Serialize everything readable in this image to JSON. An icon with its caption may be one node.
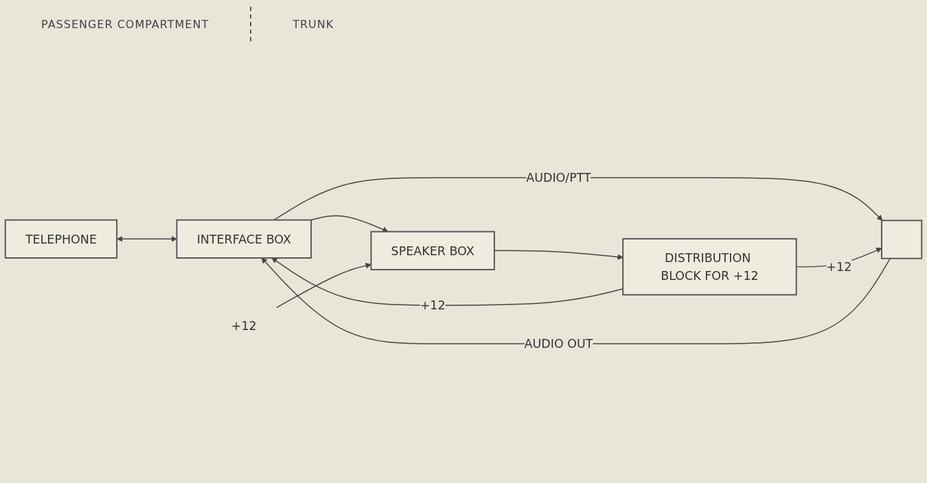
{
  "diagram": {
    "nodes": [
      {
        "text": [
          "TELEPHONE"
        ]
      },
      {
        "text": [],
        "shape": "box"
      },
      {
        "text": [
          "INTERFACE BOX"
        ]
      },
      {
        "text": [
          "+12"
        ]
      },
      {
        "text": [
          "SPEAKER BOX"
        ]
      },
      {
        "text": [
          "DISTRIBUTION BLOCK FOR +12"
        ]
      }
    ],
    "edges": [
      {
        "from": 0,
        "to": 2,
        "arrow": "both"
      },
      {
        "from": 2,
        "to": 1,
        "arrow": "to",
        "label": "AUDIO/PTT"
      },
      {
        "from": 1,
        "to": 2,
        "arrow": "to",
        "label": "AUDIO OUT"
      },
      {
        "from": 2,
        "to": 4,
        "arrow": "to"
      },
      {
        "from": 3,
        "to": 4,
        "arrow": "to"
      },
      {
        "from": 4,
        "to": 5,
        "arrow": "to"
      },
      {
        "from": 5,
        "to": 2,
        "arrow": "to",
        "label": "+12"
      },
      {
        "from": 5,
        "to": 1,
        "arrow": "to",
        "label": "+12"
      }
    ],
    "labels": [
      "PASSENGER COMPARTMENT",
      "TRUNK"
    ]
  }
}
